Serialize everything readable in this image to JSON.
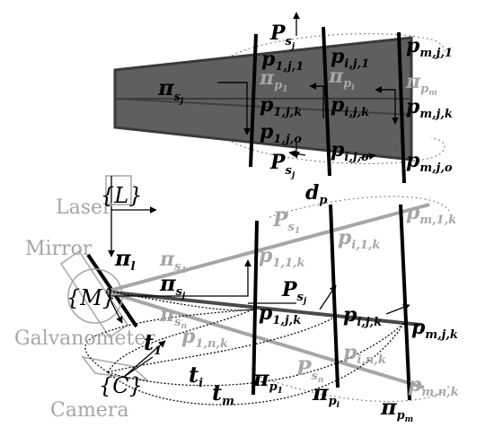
{
  "colors": {
    "beam_fill": "#5f5f5f",
    "beam_edge": "#3a3a3a",
    "gray": "#a6a6a6",
    "dark": "#000000"
  },
  "top": {
    "p_s_top": "P",
    "p_s_top_sub": "s",
    "p_s_top_subsub": "j",
    "p_s_bot": "P",
    "p_s_bot_sub": "s",
    "p_s_bot_subsub": "j",
    "pi_s": "π",
    "pi_s_sub": "s",
    "pi_s_subsub": "j",
    "pi_p1": "π",
    "pi_p1_sub": "p",
    "pi_p1_subsub": "1",
    "pi_pi": "π",
    "pi_pi_sub": "p",
    "pi_pi_subsub": "i",
    "pi_pm": "π",
    "pi_pm_sub": "p",
    "pi_pm_subsub": "m",
    "p11": "p",
    "p11_sub": "1,j,1",
    "pij1": "p",
    "pij1_sub": "i,j,1",
    "pmj1": "p",
    "pmj1_sub": "m,j,1",
    "p1jk": "p",
    "p1jk_sub": "1,j,k",
    "pijk": "p",
    "pijk_sub": "i,j,k",
    "pmjk": "p",
    "pmjk_sub": "m,j,k",
    "p1jo": "p",
    "p1jo_sub": "1,j,o",
    "pijo": "p",
    "pijo_sub": "i,j,o",
    "pmjo": "p",
    "pmjo_sub": "m,j,o",
    "dp": "d",
    "dp_sub": "p"
  },
  "bottom": {
    "laser": "Laser",
    "L": "{L}",
    "mirror": "Mirror",
    "M": "{M}",
    "galvanometer": "Galvanometer",
    "camera": "Camera",
    "C": "{C}",
    "pi_l": "π",
    "pi_l_sub": "l",
    "pi_s1": "π",
    "pi_s1_sub": "s",
    "pi_s1_subsub": "1",
    "pi_sj": "π",
    "pi_sj_sub": "s",
    "pi_sj_subsub": "j",
    "pi_sn": "π",
    "pi_sn_sub": "s",
    "pi_sn_subsub": "n",
    "P_s1": "P",
    "P_s1_sub": "s",
    "P_s1_subsub": "1",
    "P_sj": "P",
    "P_sj_sub": "s",
    "P_sj_subsub": "j",
    "P_sn": "P",
    "P_sn_sub": "s",
    "P_sn_subsub": "n",
    "p11k": "p",
    "p11k_sub": "1,1,k",
    "pi1k": "p",
    "pi1k_sub": "i,1,k",
    "pm1k": "p",
    "pm1k_sub": "m,1,k",
    "p1jk": "p",
    "p1jk_sub": "1,j,k",
    "pijk": "p",
    "pijk_sub": "i,j,k",
    "pmjk": "p",
    "pmjk_sub": "m,j,k",
    "p1nk": "p",
    "p1nk_sub": "1,n,k",
    "pink": "p",
    "pink_sub": "i,n,k",
    "pmnk": "p",
    "pmnk_sub": "m,n,k",
    "t1": "t",
    "t1_sub": "1",
    "ti": "t",
    "ti_sub": "i",
    "tm": "t",
    "tm_sub": "m",
    "pi_p1": "π",
    "pi_p1_sub": "p",
    "pi_p1_subsub": "1",
    "pi_pi": "π",
    "pi_pi_sub": "p",
    "pi_pi_subsub": "i",
    "pi_pm": "π",
    "pi_pm_sub": "p",
    "pi_pm_subsub": "m"
  }
}
